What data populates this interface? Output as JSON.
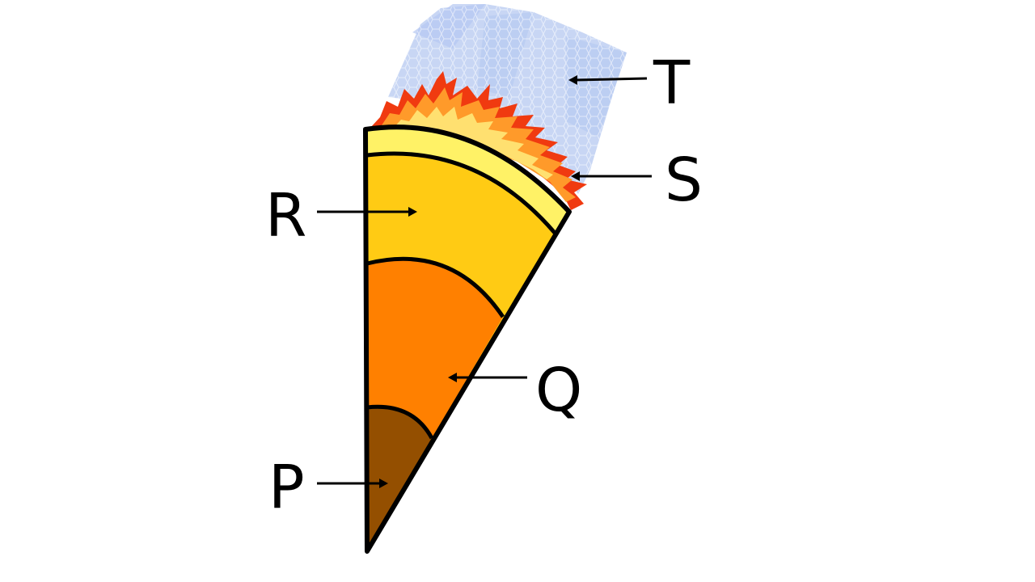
{
  "labels": {
    "P": "P",
    "Q": "Q",
    "R": "R",
    "S": "S",
    "T": "T"
  },
  "colors": {
    "inner_core": "#944F00",
    "outer_core": "#FF8000",
    "mantle": "#FFCB14",
    "crust": "#FFF266",
    "outline": "#000000",
    "flame_outer": "#F03A10",
    "flame_mid": "#FF9A2A",
    "flame_inner": "#FFE070",
    "atmosphere": "#BFD0F3"
  }
}
